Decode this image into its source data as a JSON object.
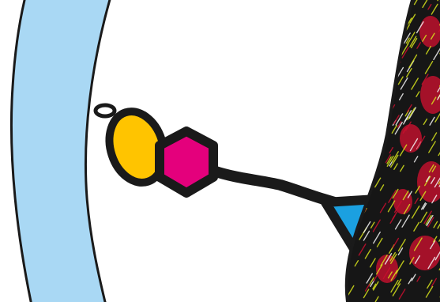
{
  "colors": {
    "background": "#ffffff",
    "outline": "#1a1a1a",
    "membrane_fill": "#a9d8f4",
    "ring_fill": "#ffffff",
    "ellipse_fill": "#ffc400",
    "hexagon_fill": "#e4007c",
    "triangle_fill": "#1ba0e0",
    "cell_dark": "#161616",
    "cell_stripe_yellow": "#d6e21c",
    "cell_stripe_red": "#c8102e",
    "cell_stripe_white": "#f2f2f2"
  },
  "icons": {
    "membrane": "membrane-band",
    "ring": "ring-icon",
    "ellipse": "yellow-ellipse-icon",
    "hexagon": "magenta-hexagon-icon",
    "linker": "linker-chain",
    "triangle": "blue-triangle-icon",
    "target": "textured-cell"
  }
}
